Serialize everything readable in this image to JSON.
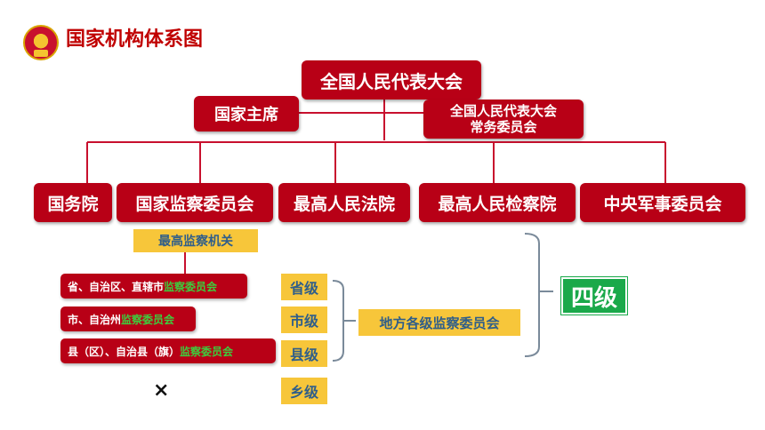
{
  "header": {
    "title": "国家机构体系图",
    "icon": "national-emblem-icon"
  },
  "top": {
    "npc": "全国人民代表大会",
    "president": "国家主席",
    "standing_line1": "全国人民代表大会",
    "standing_line2": "常务委员会"
  },
  "row": {
    "state_council": "国务院",
    "supervision": "国家监察委员会",
    "court": "最高人民法院",
    "procuratorate": "最高人民检察院",
    "military": "中央军事委员会"
  },
  "supervision": {
    "highest": "最高监察机关",
    "prov_prefix": "省、自治区、直辖市",
    "prov_suffix": "监察委员会",
    "city_prefix": "市、自治州",
    "city_suffix": "监察委员会",
    "county_prefix": "县（区）、自治县（旗）",
    "county_suffix": "监察委员会",
    "none_mark": "×"
  },
  "levels": {
    "province": "省级",
    "city": "市级",
    "county": "县级",
    "township": "乡级",
    "local": "地方各级监察委员会",
    "four": "四级"
  },
  "colors": {
    "red": "#b80016",
    "yellow": "#f7c63a",
    "green": "#1aa94a",
    "title": "#c00000"
  }
}
